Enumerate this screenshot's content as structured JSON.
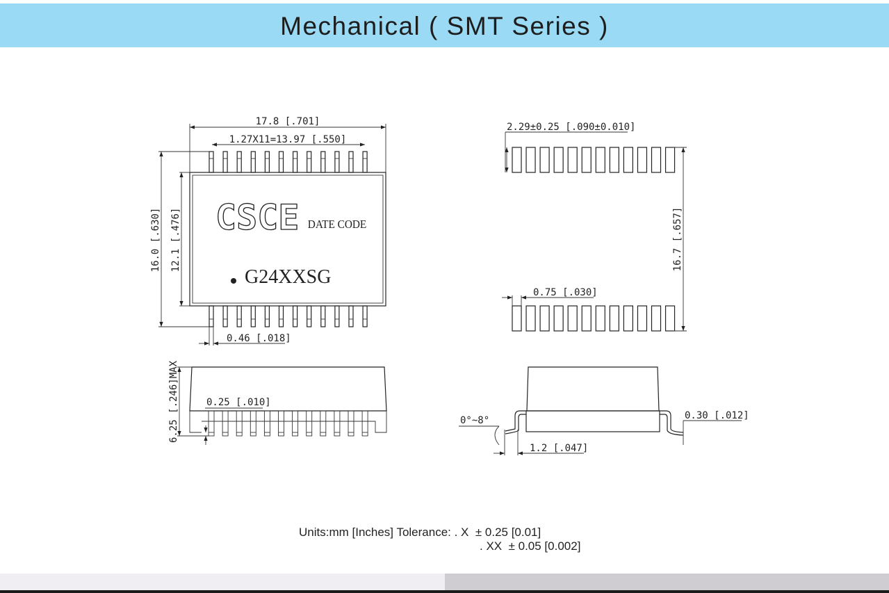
{
  "header": {
    "title": "Mechanical ( SMT  Series )"
  },
  "top_view": {
    "overall_width": "17.8 [.701]",
    "pin_pitch": "1.27X11=13.97 [.550]",
    "overall_height": "16.0 [.630]",
    "body_height": "12.1 [.476]",
    "pin_width": "0.46 [.018]",
    "brand": "CSCE",
    "date_code": "DATE CODE",
    "part_number": "G24XXSG",
    "pins_per_side": 12
  },
  "pad_layout": {
    "pad_length": "2.29±0.25 [.090±0.010]",
    "pad_span": "16.7 [.657]",
    "pad_width": "0.75 [.030]",
    "pads_per_side": 12
  },
  "side_view": {
    "height": "6.25 [.246]MAX",
    "standoff": "0.25 [.010]"
  },
  "end_view": {
    "angle": "0°~8°",
    "foot_length": "1.2 [.047]",
    "lead_thickness": "0.30 [.012]"
  },
  "notes": {
    "line1": "Units:mm [Inches] Tolerance: . X  ± 0.25 [0.01]",
    "line2": ". XX  ± 0.05 [0.002]"
  }
}
